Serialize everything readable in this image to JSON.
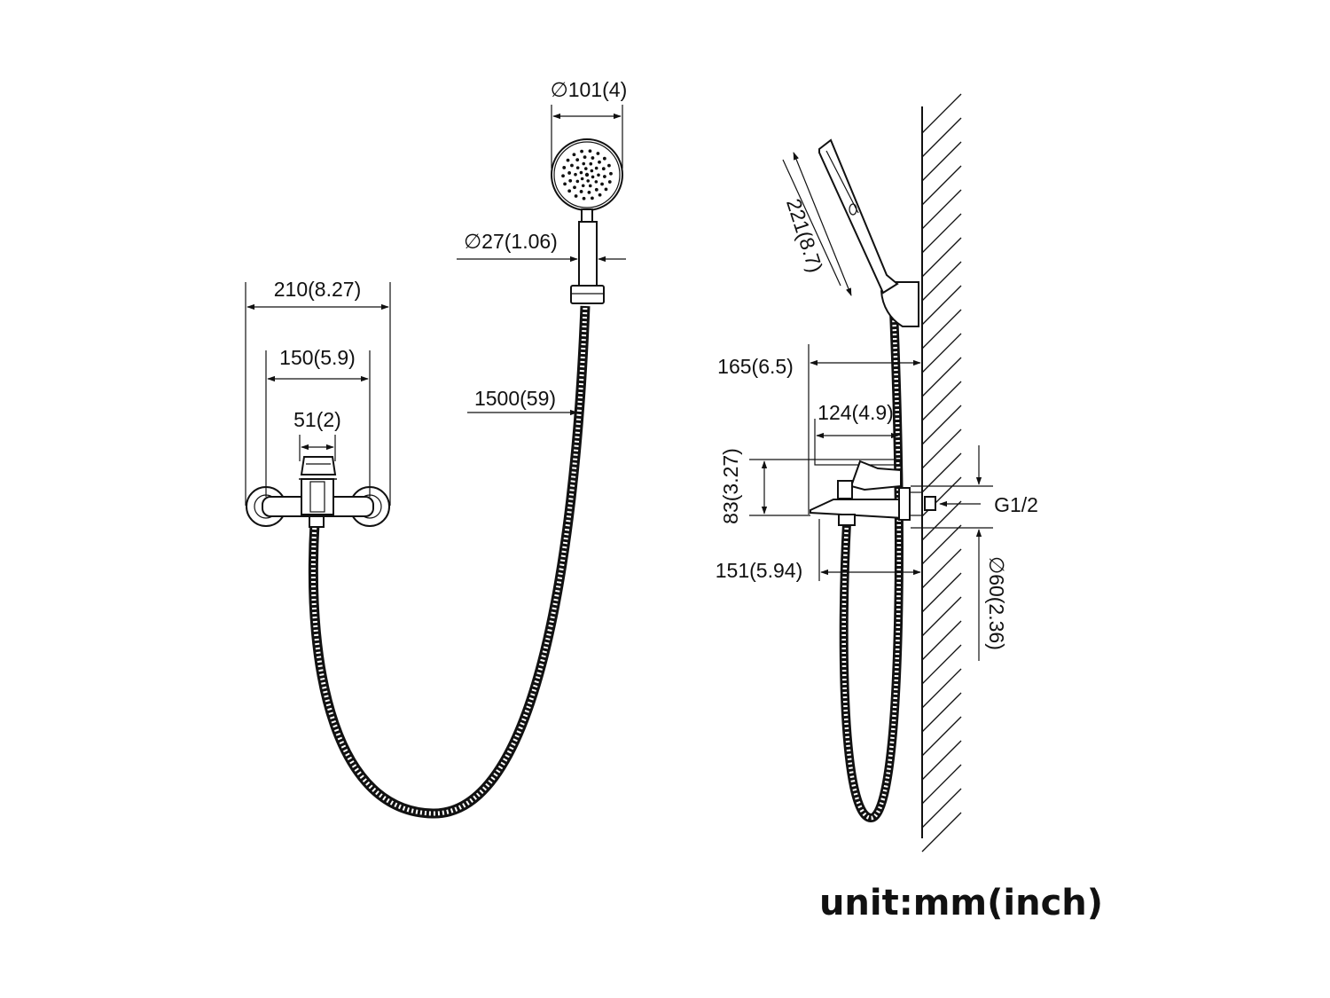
{
  "front_view": {
    "dim_overall_width": "210(8.27)",
    "dim_center_distance": "150(5.9)",
    "dim_handle_width": "51(2)",
    "dim_hose_length": "1500(59)",
    "dim_head_diameter": "∅101(4)",
    "dim_handle_diameter": "∅27(1.06)"
  },
  "side_view": {
    "dim_shower_length": "221(8.7)",
    "dim_projection": "165(6.5)",
    "dim_body_depth": "124(4.9)",
    "dim_height": "83(3.27)",
    "dim_connection": "G1/2",
    "dim_spout_projection": "151(5.94)",
    "dim_flange_diameter": "∅60(2.36)"
  },
  "unit_label": "unit:mm(inch)",
  "colors": {
    "line": "#111111",
    "background": "#ffffff"
  }
}
